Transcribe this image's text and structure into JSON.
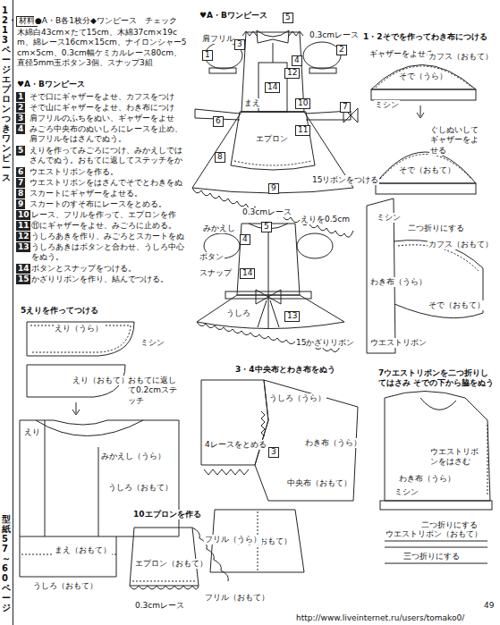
{
  "diagram": {
    "nodes": [
      {
        "text": [
          "12・13ページ エプロンつきワンピース",
          "型紙57～60ページ"
        ]
      }
    ],
    "labels": [
      "材料",
      "●A・B各1枚分◆ワンピース　チェック",
      "木綿白43cm×たて15cm、木綿37cm×19cm、綿レース16cm×15cm、ナイロンシャー5cm×5cm、0.3cm幅ケミカルレース80cm、直径5mm玉ボタン3個、スナップ3組",
      "♥A・Bワンピース",
      "1",
      "そで口にギャザーをよせ、カフスをつける。",
      "2",
      "そで山にギャザーをよせ、わき布につける。",
      "3",
      "肩フリルのふちをぬい、ギャザーをよせる。",
      "4",
      "みごろ中央布のぬいしろにレースを止め、肩フリルをはさんでぬう。",
      "5",
      "えりを作ってみごろにつけ、みかえしではさんでぬう。おもてに返してステッチをかける。",
      "6",
      "ウエストリボンを作る。",
      "7",
      "ウエストリボンをはさんでそでとわきをぬう。",
      "8",
      "スカートにギャザーをよせる。",
      "9",
      "スカートのすそ布にレースをとめる。",
      "10",
      "レース、フリルを作って、エプロンを作る。",
      "11",
      "⑪にギャザーをよせ、みごろに止める。",
      "12",
      "うしろあきを作り、みごろとスカートをぬう。",
      "13",
      "うしろあきはボタンと合わせ、うしろ中心をぬう。",
      "14",
      "ボタンとスナップをつける。",
      "15",
      "かざりリボンを作り、結んでつける。",
      "♥A・Bワンピース",
      "肩フリル",
      "5",
      "0.3cmレース",
      "1",
      "2",
      "3",
      "4",
      "14",
      "12",
      "まえ",
      "10",
      "エプロン",
      "11",
      "6",
      "7",
      "8",
      "9",
      "15リボンをつける",
      "0.3cmレース",
      "みかえし",
      "えりを0.5cm",
      "5",
      "4",
      "ボタン",
      "スナップ",
      "14",
      "うしろ",
      "13",
      "15かざりリボン",
      "1・2そでを作ってわき布につける",
      "ギャザーをよせる",
      "カフス（おもて）",
      "そで（うら）",
      "ミシン",
      "ぐしぬいしてギャザーをよせる",
      "そで（おもて）",
      "ミシン",
      "二つ折りにする",
      "カフス（おもて）",
      "わき布（うら）",
      "そで（おもて）",
      "ウエストリボン",
      "5えりを作ってつける",
      "えり（うら）",
      "ミシン",
      "えり（おもて）",
      "おもてに返して0.2cmステッチ",
      "えり",
      "みかえし（うら）",
      "うしろ（おもて）",
      "まえ（おもて）",
      "うしろ（おもて）",
      "3・4中央布とわき布をぬう",
      "うしろ（うら）",
      "わき布（うら）",
      "4レースをとめる",
      "3",
      "中央布（おもて）",
      "まえ（おもて）",
      "7ウエストリボンを二つ折りしてはさみ そでの下から脇をぬう",
      "ウエストリボンをはさむ",
      "わき布（うら）",
      "ミシン",
      "二つ折りにする",
      "ウエストリボン（おもて）",
      "三つ折りにする",
      "10エプロンを作る",
      "フリル（うら）",
      "エプロン（おもて）",
      "0.3cmレース",
      "フリル（おもて）",
      "49",
      "http://www.liveinternet.ru/users/tomako0/"
    ]
  }
}
